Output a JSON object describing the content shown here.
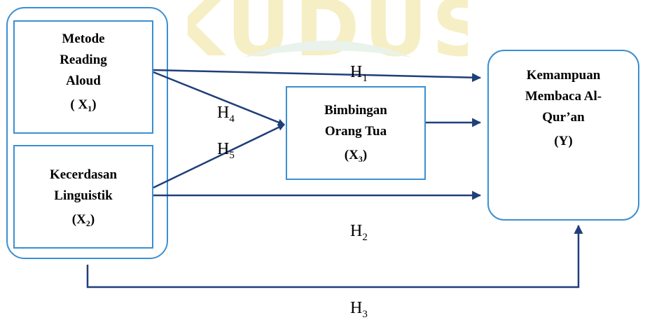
{
  "watermark": {
    "text": "KUDUS"
  },
  "variables": {
    "x1": {
      "lines": [
        "Metode",
        "Reading",
        "Aloud"
      ],
      "code": {
        "open": "( X",
        "sub": "1",
        "close": ")"
      }
    },
    "x2": {
      "lines": [
        "Kecerdasan",
        "Linguistik"
      ],
      "code": {
        "open": "(X",
        "sub": "2",
        "close": ")"
      }
    },
    "x3": {
      "lines": [
        "Bimbingan",
        "Orang Tua"
      ],
      "code": {
        "open": "(X",
        "sub": "3",
        "close": ")"
      }
    },
    "y": {
      "lines": [
        "Kemampuan",
        "Membaca Al-",
        "Qur’an"
      ],
      "code": {
        "open": "(Y)"
      }
    }
  },
  "hypotheses": {
    "h1": {
      "letter": "H",
      "sub": "1"
    },
    "h2": {
      "letter": "H",
      "sub": "2"
    },
    "h3": {
      "letter": "H",
      "sub": "3"
    },
    "h4": {
      "letter": "H",
      "sub": "4"
    },
    "h5": {
      "letter": "H",
      "sub": "5"
    }
  },
  "colors": {
    "box_border": "#3c8fd0",
    "arrow": "#1f3f7a",
    "watermark_text": "#f6efc6"
  }
}
